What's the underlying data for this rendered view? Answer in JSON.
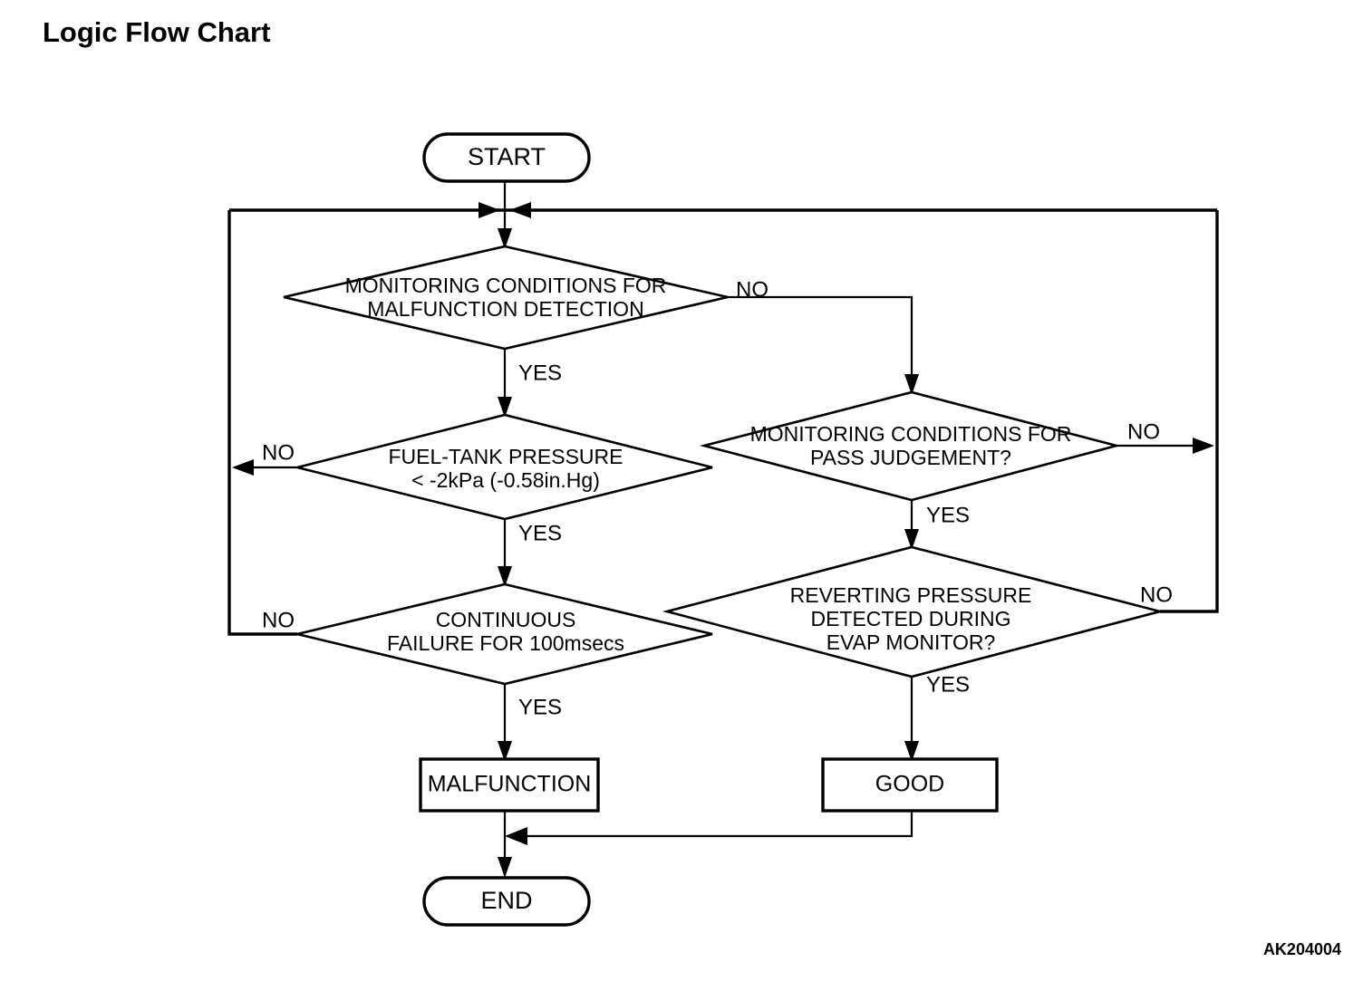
{
  "page": {
    "title": "Logic Flow Chart",
    "figure_id": "AK204004",
    "background_color": "#ffffff",
    "line_color": "#000000"
  },
  "chart_data": {
    "type": "diagram",
    "diagram_kind": "flowchart",
    "title": "Logic Flow Chart",
    "nodes": [
      {
        "id": "start",
        "shape": "terminator",
        "label": "START"
      },
      {
        "id": "d1",
        "shape": "decision",
        "label": "MONITORING CONDITIONS FOR\nMALFUNCTION DETECTION",
        "lines": [
          "MONITORING CONDITIONS FOR",
          "MALFUNCTION DETECTION"
        ]
      },
      {
        "id": "d2",
        "shape": "decision",
        "label": "FUEL-TANK PRESSURE\n< -2kPa (-0.58in.Hg)",
        "lines": [
          "FUEL-TANK PRESSURE",
          "< -2kPa (-0.58in.Hg)"
        ]
      },
      {
        "id": "d3",
        "shape": "decision",
        "label": "CONTINUOUS\nFAILURE FOR 100msecs",
        "lines": [
          "CONTINUOUS",
          "FAILURE FOR 100msecs"
        ]
      },
      {
        "id": "d4",
        "shape": "decision",
        "label": "MONITORING CONDITIONS FOR\nPASS JUDGEMENT?",
        "lines": [
          "MONITORING CONDITIONS FOR",
          "PASS JUDGEMENT?"
        ]
      },
      {
        "id": "d5",
        "shape": "decision",
        "label": "REVERTING PRESSURE\nDETECTED DURING\nEVAP MONITOR?",
        "lines": [
          "REVERTING PRESSURE",
          "DETECTED DURING",
          "EVAP MONITOR?"
        ]
      },
      {
        "id": "malfunction",
        "shape": "process",
        "label": "MALFUNCTION"
      },
      {
        "id": "good",
        "shape": "process",
        "label": "GOOD"
      },
      {
        "id": "end",
        "shape": "terminator",
        "label": "END"
      }
    ],
    "edges": [
      {
        "from": "start",
        "to": "d1",
        "label": ""
      },
      {
        "from": "d1",
        "to": "d2",
        "label": "YES"
      },
      {
        "from": "d1",
        "to": "d4",
        "label": "NO"
      },
      {
        "from": "d2",
        "to": "d3",
        "label": "YES"
      },
      {
        "from": "d2",
        "to": "loop-left",
        "label": "NO"
      },
      {
        "from": "d3",
        "to": "malfunction",
        "label": "YES"
      },
      {
        "from": "d3",
        "to": "loop-left",
        "label": "NO"
      },
      {
        "from": "d4",
        "to": "d5",
        "label": "YES"
      },
      {
        "from": "d4",
        "to": "loop-right",
        "label": "NO"
      },
      {
        "from": "d5",
        "to": "good",
        "label": "YES"
      },
      {
        "from": "d5",
        "to": "loop-right",
        "label": "NO"
      },
      {
        "from": "malfunction",
        "to": "end",
        "label": ""
      },
      {
        "from": "good",
        "to": "end",
        "label": ""
      }
    ],
    "edge_labels": {
      "d1_yes": "YES",
      "d1_no": "NO",
      "d2_yes": "YES",
      "d2_no": "NO",
      "d3_yes": "YES",
      "d3_no": "NO",
      "d4_yes": "YES",
      "d4_no": "NO",
      "d5_yes": "YES",
      "d5_no": "NO"
    }
  },
  "labels": {
    "start": "START",
    "end": "END",
    "malfunction": "MALFUNCTION",
    "good": "GOOD",
    "d1_line1": "MONITORING CONDITIONS FOR",
    "d1_line2": "MALFUNCTION DETECTION",
    "d2_line1": "FUEL-TANK PRESSURE",
    "d2_line2": "< -2kPa (-0.58in.Hg)",
    "d3_line1": "CONTINUOUS",
    "d3_line2": "FAILURE FOR 100msecs",
    "d4_line1": "MONITORING CONDITIONS FOR",
    "d4_line2": "PASS JUDGEMENT?",
    "d5_line1": "REVERTING PRESSURE",
    "d5_line2": "DETECTED DURING",
    "d5_line3": "EVAP MONITOR?",
    "yes": "YES",
    "no": "NO"
  }
}
